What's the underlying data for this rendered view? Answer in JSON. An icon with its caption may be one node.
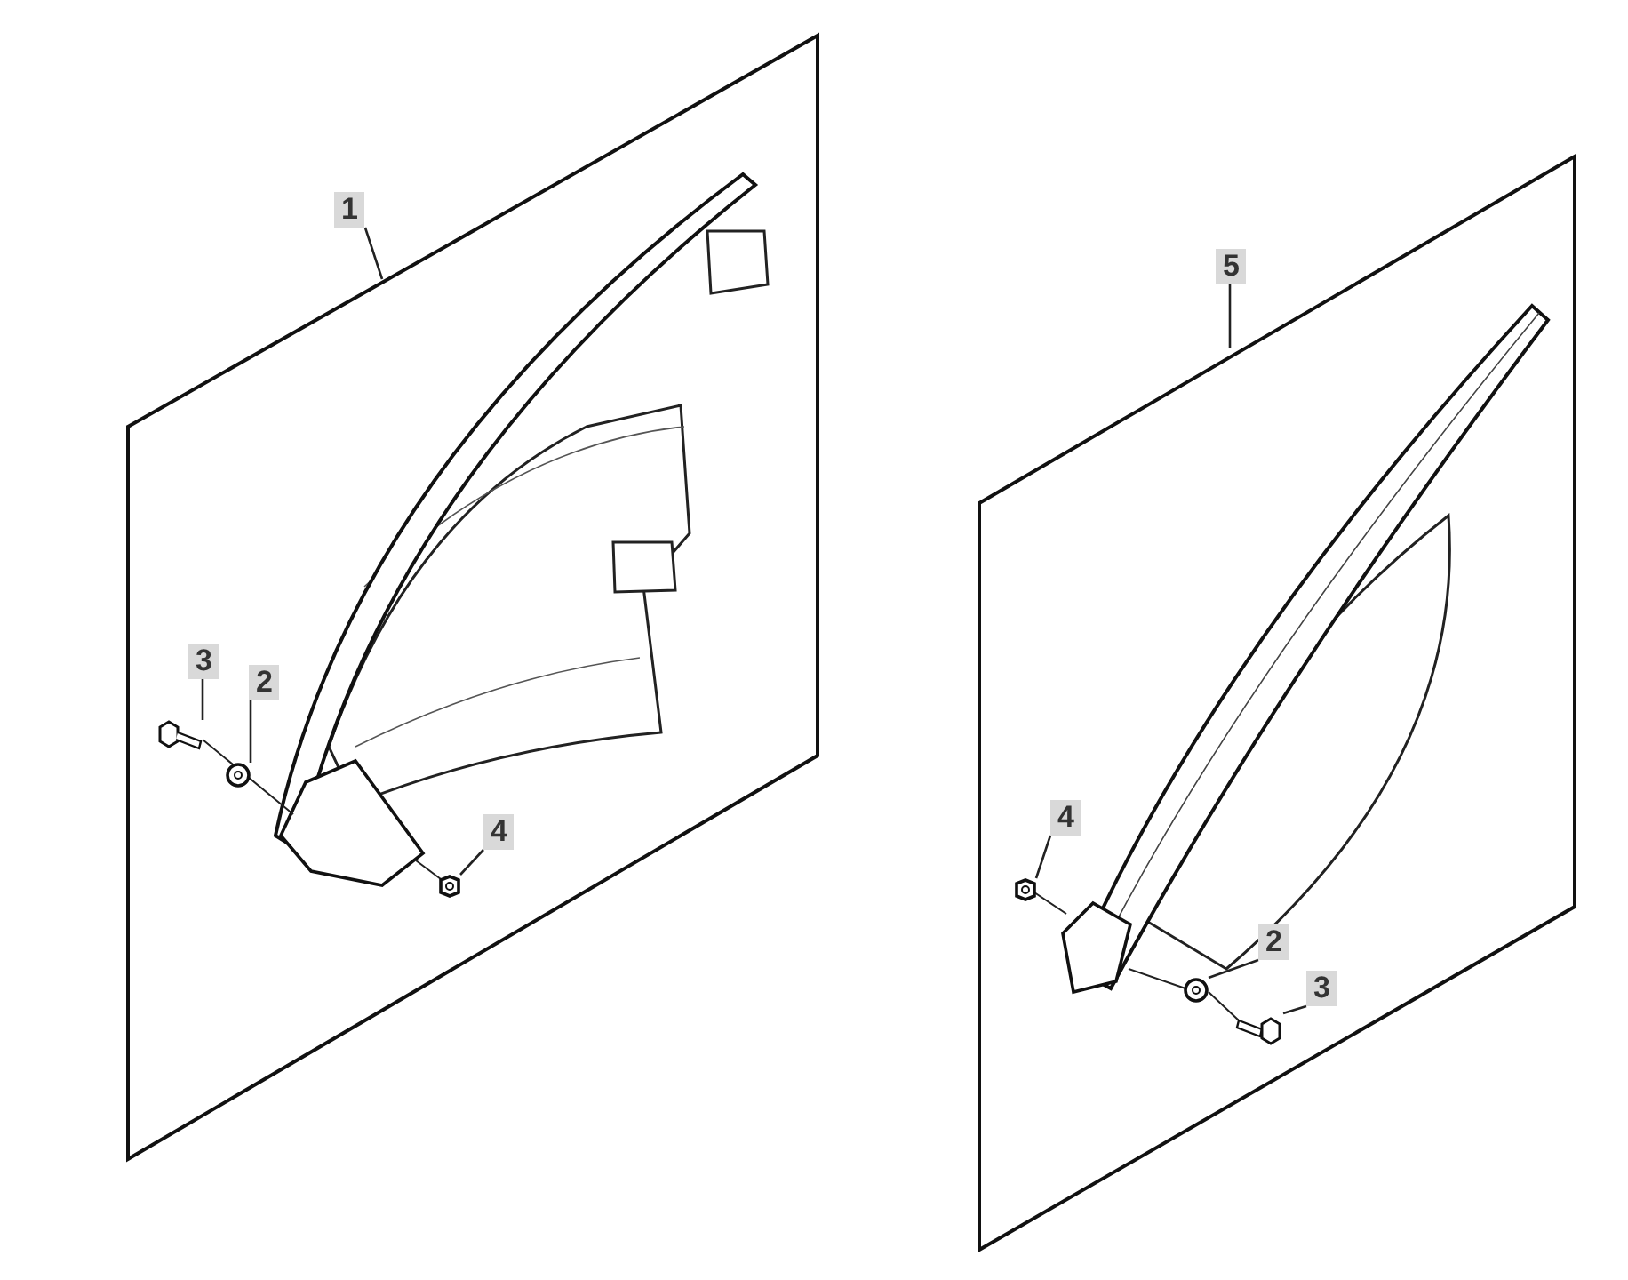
{
  "diagram": {
    "nodes": [
      {
        "text": [
          "1"
        ]
      },
      {
        "text": [],
        "shape": "picture"
      },
      {
        "text": [
          "3"
        ],
        "in": 1
      },
      {
        "text": [],
        "shape": "picture",
        "in": 1
      },
      {
        "text": [
          "2"
        ],
        "in": 1
      },
      {
        "text": [],
        "shape": "picture",
        "in": 1
      },
      {
        "text": [
          "4"
        ],
        "in": 1
      },
      {
        "text": [],
        "shape": "picture",
        "in": 1
      },
      {
        "text": [
          "5"
        ]
      },
      {
        "text": [],
        "shape": "picture"
      },
      {
        "text": [
          "4"
        ],
        "in": 9
      },
      {
        "text": [],
        "shape": "picture",
        "in": 9
      },
      {
        "text": [
          "2"
        ],
        "in": 9
      },
      {
        "text": [],
        "shape": "picture",
        "in": 9
      },
      {
        "text": [
          "3"
        ],
        "in": 9
      },
      {
        "text": [],
        "shape": "picture",
        "in": 9
      }
    ],
    "edges": [
      {
        "from": 0,
        "to": 1,
        "arrow": "none"
      },
      {
        "from": 2,
        "to": 3,
        "arrow": "none"
      },
      {
        "from": 4,
        "to": 5,
        "arrow": "none"
      },
      {
        "from": 6,
        "to": 7,
        "arrow": "none"
      },
      {
        "from": 8,
        "to": 9,
        "arrow": "none"
      },
      {
        "from": 10,
        "to": 11,
        "arrow": "none"
      },
      {
        "from": 12,
        "to": 13,
        "arrow": "none"
      },
      {
        "from": 14,
        "to": 15,
        "arrow": "none"
      }
    ]
  }
}
